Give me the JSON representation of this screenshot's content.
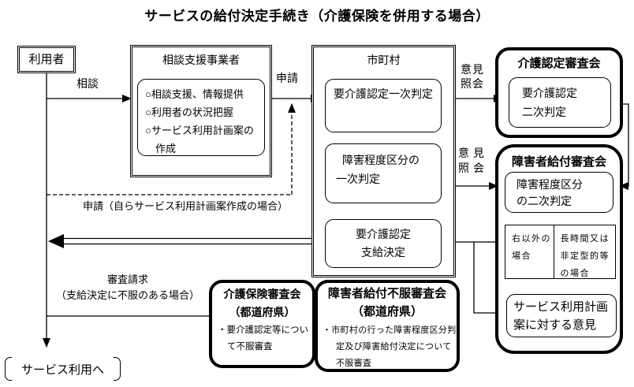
{
  "title": "サービスの給付決定手続き（介護保険を併用する場合）",
  "user": {
    "label": "利用者"
  },
  "consult_office": {
    "title": "相談支援事業者",
    "functions": [
      "○相談支援、情報提供",
      "○利用者の状況把握",
      "○サービス利用計画案の",
      "作成"
    ]
  },
  "municipality": {
    "title": "市町村",
    "care_primary": "要介護認定一次判定",
    "disability_primary": [
      "障害程度区分の",
      "一次判定"
    ],
    "grant_decision": [
      "要介護認定",
      "支給決定"
    ]
  },
  "care_board": {
    "title": "介護認定審査会",
    "secondary": [
      "要介護認定",
      "二次判定"
    ]
  },
  "disability_board": {
    "title": "障害者給付審査会",
    "secondary": [
      "障害程度区分",
      "の二次判定"
    ],
    "case_other": [
      "右以外の",
      "場合"
    ],
    "case_atypical": [
      "長時間又は",
      "非定型的等",
      "の場合"
    ],
    "plan_opinion": [
      "サービス利用計画",
      "案に対する意見"
    ]
  },
  "care_insurance_board": {
    "title": [
      "介護保険審査会",
      "（都道府県）"
    ],
    "body": [
      "・要介護認定等につい",
      "て不服審査"
    ]
  },
  "disability_appeal_board": {
    "title": [
      "障害者給付不服審査会",
      "（都道府県）"
    ],
    "body": [
      "・市町村の行った障害程度区分判",
      "定及び障害給付決定について",
      "不服審査"
    ]
  },
  "edge_labels": {
    "consult": "相談",
    "apply": "申請",
    "opinion1": [
      "意見",
      "照会"
    ],
    "opinion2": [
      "意見",
      "照会"
    ],
    "self_apply": "申請（自らサービス利用計画案作成の場合）",
    "appeal": [
      "審査請求",
      "（支給決定に不服のある場合）"
    ],
    "to_service": "サービス利用へ"
  },
  "icons": {
    "bracket_open": "〔",
    "bracket_close": "〕"
  },
  "colors": {
    "ink": "#000000",
    "background": "#ffffff"
  }
}
